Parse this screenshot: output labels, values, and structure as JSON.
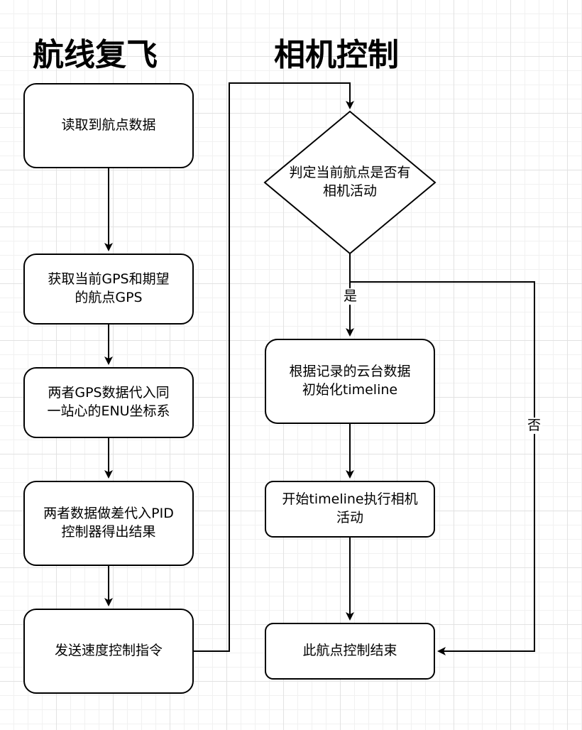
{
  "titles": {
    "left": "航线复飞",
    "right": "相机控制"
  },
  "nodes": {
    "read_waypoint": "读取到航点数据",
    "get_gps": "获取当前GPS和期望\n的航点GPS",
    "to_enu": "两者GPS数据代入同\n一站心的ENU坐标系",
    "pid": "两者数据做差代入PID\n控制器得出结果",
    "send_speed": "发送速度控制指令",
    "decision": "判定当前航点是否有\n相机活动",
    "init_timeline": "根据记录的云台数据\n初始化timeline",
    "run_timeline": "开始timeline执行相机\n活动",
    "end": "此航点控制结束"
  },
  "edge_labels": {
    "yes": "是",
    "no": "否"
  },
  "colors": {
    "stroke": "#000000",
    "fill": "#ffffff",
    "grid_major": "#e2e2e2",
    "grid_minor": "#f1f1f1"
  }
}
